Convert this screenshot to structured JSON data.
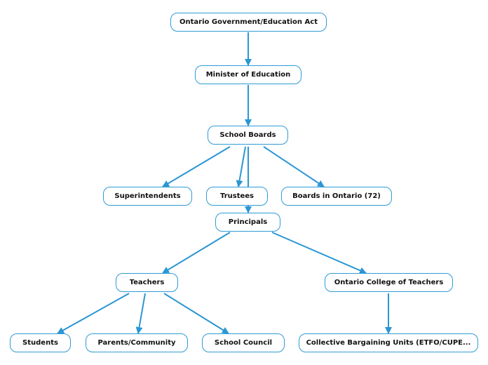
{
  "diagram": {
    "edge_color": "#2a96d4",
    "node_border_color": "#2f9bd5",
    "nodes": {
      "gov": "Ontario Government/Education Act",
      "minister": "Minister of Education",
      "boards": "School Boards",
      "superintendents": "Superintendents",
      "trustees": "Trustees",
      "boards_ontario": "Boards in Ontario (72)",
      "principals": "Principals",
      "teachers": "Teachers",
      "oct": "Ontario College of Teachers",
      "students": "Students",
      "parents": "Parents/Community",
      "council": "School Council",
      "cbu": "Collective Bargaining Units (ETFO/CUPE..."
    },
    "edges": [
      [
        "gov",
        "minister"
      ],
      [
        "minister",
        "boards"
      ],
      [
        "boards",
        "superintendents"
      ],
      [
        "boards",
        "trustees"
      ],
      [
        "boards",
        "boards_ontario"
      ],
      [
        "boards",
        "principals"
      ],
      [
        "principals",
        "teachers"
      ],
      [
        "principals",
        "oct"
      ],
      [
        "teachers",
        "students"
      ],
      [
        "teachers",
        "parents"
      ],
      [
        "teachers",
        "council"
      ],
      [
        "oct",
        "cbu"
      ]
    ]
  }
}
